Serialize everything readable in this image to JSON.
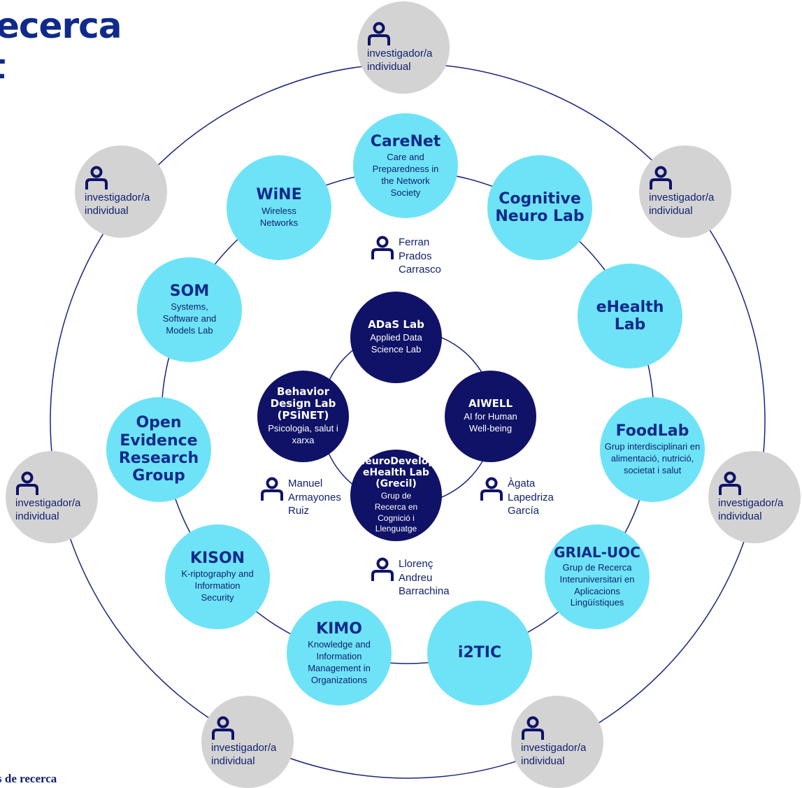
{
  "header": {
    "title_line1": "ecerca",
    "title_line2": "t"
  },
  "footer": {
    "text": "s de recerca"
  },
  "colors": {
    "light_node": "#6ee3f7",
    "dark_node": "#0f1266",
    "grey_node": "#d3d3d3",
    "ring_line": "#1a237e"
  },
  "inner_groups": [
    {
      "id": "adas",
      "title": "ADaS Lab",
      "subtitle": "Applied Data Science Lab"
    },
    {
      "id": "behavior",
      "title": "Behavior Design Lab (PSiNET)",
      "subtitle": "Psicologia, salut i xarxa"
    },
    {
      "id": "aiwell",
      "title": "AIWELL",
      "subtitle": "AI for Human Well-being"
    },
    {
      "id": "neuro",
      "title": "NeuroDevelop eHealth Lab (Grecil)",
      "subtitle": "Grup de Recerca en Cognició i Llenguatge"
    }
  ],
  "middle_groups": [
    {
      "id": "carenet",
      "title": "CareNet",
      "subtitle": "Care and Preparedness in the Network Society"
    },
    {
      "id": "cognitive",
      "title": "Cognitive Neuro Lab",
      "subtitle": ""
    },
    {
      "id": "ehealth",
      "title": "eHealth Lab",
      "subtitle": ""
    },
    {
      "id": "foodlab",
      "title": "FoodLab",
      "subtitle": "Grup interdisciplinari en alimentació, nutrició, societat i salut"
    },
    {
      "id": "grial",
      "title": "GRIAL-UOC",
      "subtitle": "Grup de Recerca Interuniversitari en Aplicacions Lingüístiques"
    },
    {
      "id": "i2tic",
      "title": "i2TIC",
      "subtitle": ""
    },
    {
      "id": "kimo",
      "title": "KIMO",
      "subtitle": "Knowledge and Information Management in Organizations"
    },
    {
      "id": "kison",
      "title": "KISON",
      "subtitle": "K-riptography and Information Security"
    },
    {
      "id": "open",
      "title": "Open Evidence Research Group",
      "subtitle": ""
    },
    {
      "id": "som",
      "title": "SOM",
      "subtitle": "Systems, Software and Models Lab"
    },
    {
      "id": "wine",
      "title": "WiNE",
      "subtitle": "Wireless Networks"
    }
  ],
  "individual_researchers": [
    {
      "name": "Ferran Prados Carrasco"
    },
    {
      "name": "Manuel Armayones Ruiz"
    },
    {
      "name": "Àgata Lapedriza García"
    },
    {
      "name": "Llorenç Andreu Barrachina"
    }
  ],
  "outer_label": "investigador/a individual",
  "icons": {
    "person": "person-icon"
  }
}
